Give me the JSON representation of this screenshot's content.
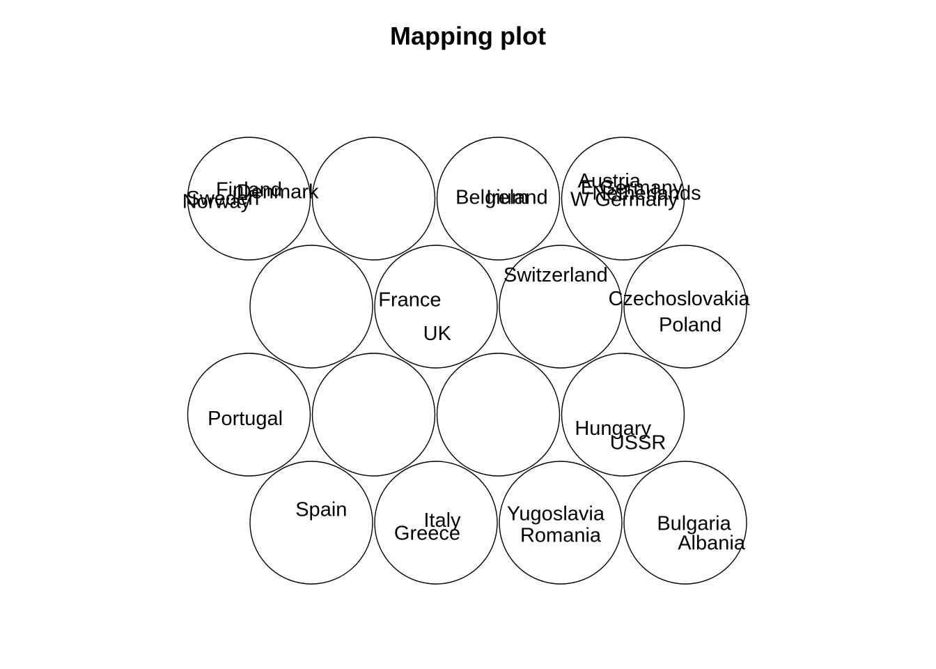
{
  "chart_data": {
    "type": "scatter",
    "title": "Mapping plot",
    "xlabel": "",
    "ylabel": "",
    "grid": "4x4 hexagonal",
    "units": [
      {
        "row": 1,
        "col": 1
      },
      {
        "row": 1,
        "col": 2
      },
      {
        "row": 1,
        "col": 3
      },
      {
        "row": 1,
        "col": 4
      },
      {
        "row": 2,
        "col": 1
      },
      {
        "row": 2,
        "col": 2
      },
      {
        "row": 2,
        "col": 3
      },
      {
        "row": 2,
        "col": 4
      },
      {
        "row": 3,
        "col": 1
      },
      {
        "row": 3,
        "col": 2
      },
      {
        "row": 3,
        "col": 3
      },
      {
        "row": 3,
        "col": 4
      },
      {
        "row": 4,
        "col": 1
      },
      {
        "row": 4,
        "col": 2
      },
      {
        "row": 4,
        "col": 3
      },
      {
        "row": 4,
        "col": 4
      }
    ],
    "points": [
      {
        "label": "Finland",
        "x": 1.0,
        "y": 3.58
      },
      {
        "label": "Denmark",
        "x": 1.23,
        "y": 3.56
      },
      {
        "label": "Sweden",
        "x": 0.79,
        "y": 3.5
      },
      {
        "label": "Norway",
        "x": 0.74,
        "y": 3.47
      },
      {
        "label": "Belgium",
        "x": 2.95,
        "y": 3.51
      },
      {
        "label": "Ireland",
        "x": 3.15,
        "y": 3.51
      },
      {
        "label": "Austria",
        "x": 3.89,
        "y": 3.66
      },
      {
        "label": "E Germany",
        "x": 4.07,
        "y": 3.6
      },
      {
        "label": "Netherlands",
        "x": 4.19,
        "y": 3.55
      },
      {
        "label": "W Germany",
        "x": 4.01,
        "y": 3.49
      },
      {
        "label": "France",
        "x": 2.29,
        "y": 2.56
      },
      {
        "label": "UK",
        "x": 2.51,
        "y": 2.25
      },
      {
        "label": "Switzerland",
        "x": 3.46,
        "y": 2.79
      },
      {
        "label": "Czechoslovakia",
        "x": 4.45,
        "y": 2.57
      },
      {
        "label": "Poland",
        "x": 4.54,
        "y": 2.33
      },
      {
        "label": "Portugal",
        "x": 0.97,
        "y": 1.46
      },
      {
        "label": "Hungary",
        "x": 3.92,
        "y": 1.37
      },
      {
        "label": "USSR",
        "x": 4.12,
        "y": 1.24
      },
      {
        "label": "Spain",
        "x": 1.58,
        "y": 0.62
      },
      {
        "label": "Italy",
        "x": 2.55,
        "y": 0.52
      },
      {
        "label": "Greece",
        "x": 2.43,
        "y": 0.4
      },
      {
        "label": "Yugoslavia",
        "x": 3.46,
        "y": 0.58
      },
      {
        "label": "Romania",
        "x": 3.5,
        "y": 0.38
      },
      {
        "label": "Bulgaria",
        "x": 4.57,
        "y": 0.49
      },
      {
        "label": "Albania",
        "x": 4.71,
        "y": 0.31
      }
    ]
  }
}
